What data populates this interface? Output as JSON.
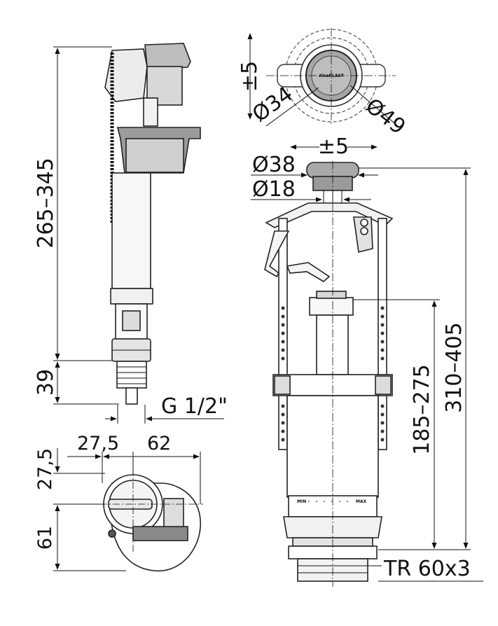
{
  "fill_valve": {
    "height_range": "265–345",
    "bottom_height": "39",
    "thread": "G 1/2\""
  },
  "fill_valve_top_view": {
    "offset_x": "27,5",
    "width": "62",
    "offset_y": "27,5",
    "depth": "61"
  },
  "flush_button_top_view": {
    "play": "±5",
    "inner_diameter": "Ø34",
    "outer_diameter": "Ø49",
    "brand": "AlcaPLAST"
  },
  "flush_valve": {
    "play": "±5",
    "button_diameter": "Ø38",
    "rod_diameter": "Ø18",
    "height_range": "310–405",
    "overflow_range": "185–275",
    "thread": "TR 60x3",
    "scale_min": "MIN",
    "scale_max": "MAX"
  },
  "colors": {
    "line": "#111111",
    "part_light": "#e6e6e6",
    "part_mid": "#a8a8a8",
    "part_dark": "#6f6f6f"
  }
}
